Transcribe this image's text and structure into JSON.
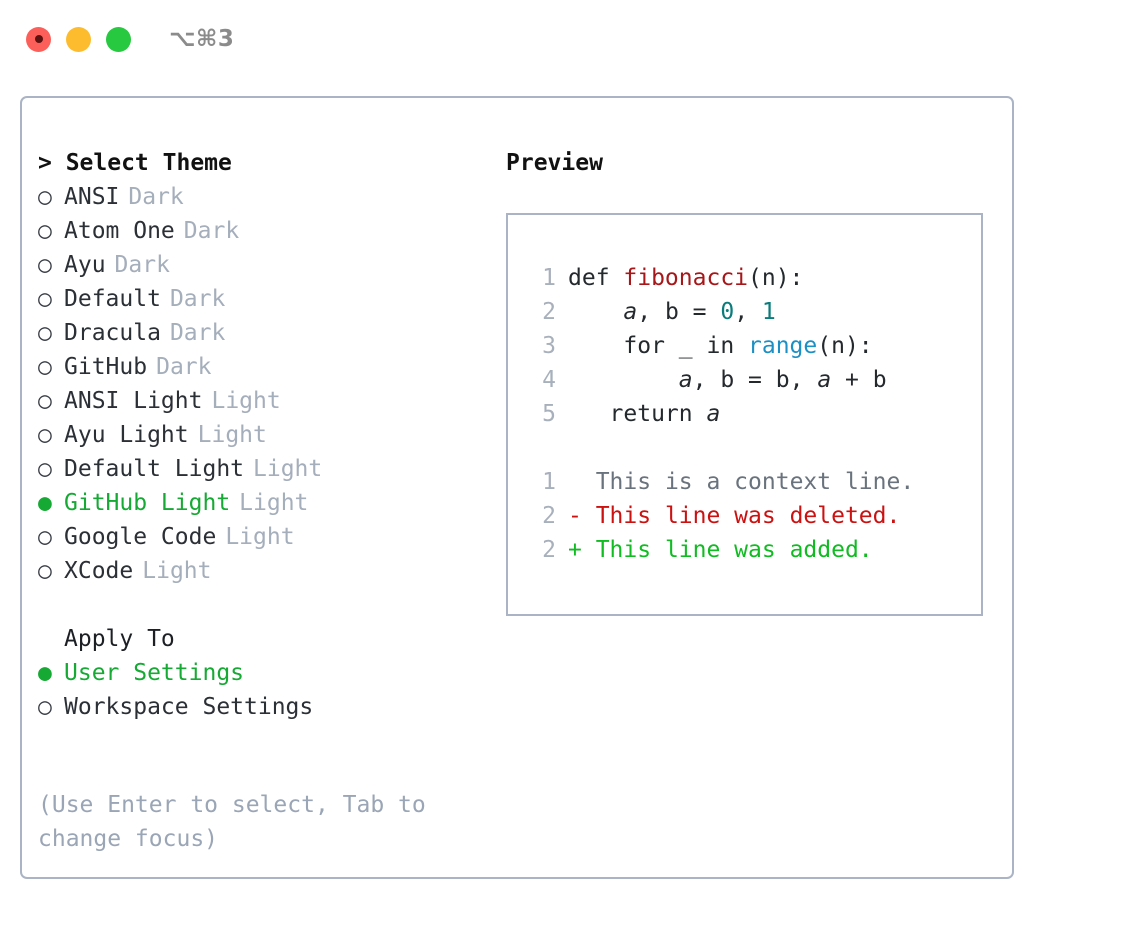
{
  "titlebar": {
    "shortcut": "⌥⌘3",
    "lights": [
      {
        "name": "close",
        "color": "#fc5f5a"
      },
      {
        "name": "minimize",
        "color": "#fdbc2e"
      },
      {
        "name": "maximize",
        "color": "#26c93f"
      }
    ]
  },
  "theme_picker": {
    "prompt": "> Select Theme",
    "selected_bullet": "●",
    "unselected_bullet": "○",
    "items": [
      {
        "label": "ANSI",
        "category": "Dark",
        "selected": false
      },
      {
        "label": "Atom One",
        "category": "Dark",
        "selected": false
      },
      {
        "label": "Ayu",
        "category": "Dark",
        "selected": false
      },
      {
        "label": "Default",
        "category": "Dark",
        "selected": false
      },
      {
        "label": "Dracula",
        "category": "Dark",
        "selected": false
      },
      {
        "label": "GitHub",
        "category": "Dark",
        "selected": false
      },
      {
        "label": "ANSI Light",
        "category": "Light",
        "selected": false
      },
      {
        "label": "Ayu Light",
        "category": "Light",
        "selected": false
      },
      {
        "label": "Default Light",
        "category": "Light",
        "selected": false
      },
      {
        "label": "GitHub Light",
        "category": "Light",
        "selected": true
      },
      {
        "label": "Google Code",
        "category": "Light",
        "selected": false
      },
      {
        "label": "XCode",
        "category": "Light",
        "selected": false
      }
    ]
  },
  "apply_to": {
    "title": "Apply To",
    "items": [
      {
        "label": "User Settings",
        "selected": true
      },
      {
        "label": "Workspace Settings",
        "selected": false
      }
    ]
  },
  "hint": "(Use Enter to select, Tab to change focus)",
  "preview": {
    "title": "Preview",
    "code_lines": [
      {
        "number": "1",
        "tokens": [
          {
            "text": "def ",
            "type": "plain"
          },
          {
            "text": "fibonacci",
            "type": "fn"
          },
          {
            "text": "(n):",
            "type": "plain"
          }
        ]
      },
      {
        "number": "2",
        "tokens": [
          {
            "text": "    ",
            "type": "plain"
          },
          {
            "text": "a",
            "type": "var"
          },
          {
            "text": ", ",
            "type": "plain"
          },
          {
            "text": "b",
            "type": "plain"
          },
          {
            "text": " = ",
            "type": "plain"
          },
          {
            "text": "0",
            "type": "num"
          },
          {
            "text": ", ",
            "type": "plain"
          },
          {
            "text": "1",
            "type": "num"
          }
        ]
      },
      {
        "number": "3",
        "tokens": [
          {
            "text": "    for _ in ",
            "type": "plain"
          },
          {
            "text": "range",
            "type": "call"
          },
          {
            "text": "(n):",
            "type": "plain"
          }
        ]
      },
      {
        "number": "4",
        "tokens": [
          {
            "text": "        ",
            "type": "plain"
          },
          {
            "text": "a",
            "type": "var"
          },
          {
            "text": ", ",
            "type": "plain"
          },
          {
            "text": "b",
            "type": "plain"
          },
          {
            "text": " = ",
            "type": "plain"
          },
          {
            "text": "b",
            "type": "plain"
          },
          {
            "text": ", ",
            "type": "plain"
          },
          {
            "text": "a",
            "type": "var"
          },
          {
            "text": " + ",
            "type": "plain"
          },
          {
            "text": "b",
            "type": "plain"
          }
        ]
      },
      {
        "number": "5",
        "tokens": [
          {
            "text": "   return ",
            "type": "plain"
          },
          {
            "text": "a",
            "type": "var"
          }
        ]
      }
    ],
    "diff_lines": [
      {
        "number": "1",
        "marker": "  ",
        "text": "This is a context line.",
        "kind": "ctx"
      },
      {
        "number": "2",
        "marker": "- ",
        "text": "This line was deleted.",
        "kind": "del"
      },
      {
        "number": "2",
        "marker": "+ ",
        "text": "This line was added.",
        "kind": "add"
      }
    ]
  },
  "colors": {
    "accent_green": "#16a934",
    "border": "#aab4c4",
    "muted": "#a5aebb",
    "hint": "#9aa5b5",
    "diff_add": "#11bb22",
    "diff_del": "#cc1111",
    "syntax_fn": "#a7171a",
    "syntax_num": "#0a7c7c",
    "syntax_call": "#1c8fc4"
  }
}
